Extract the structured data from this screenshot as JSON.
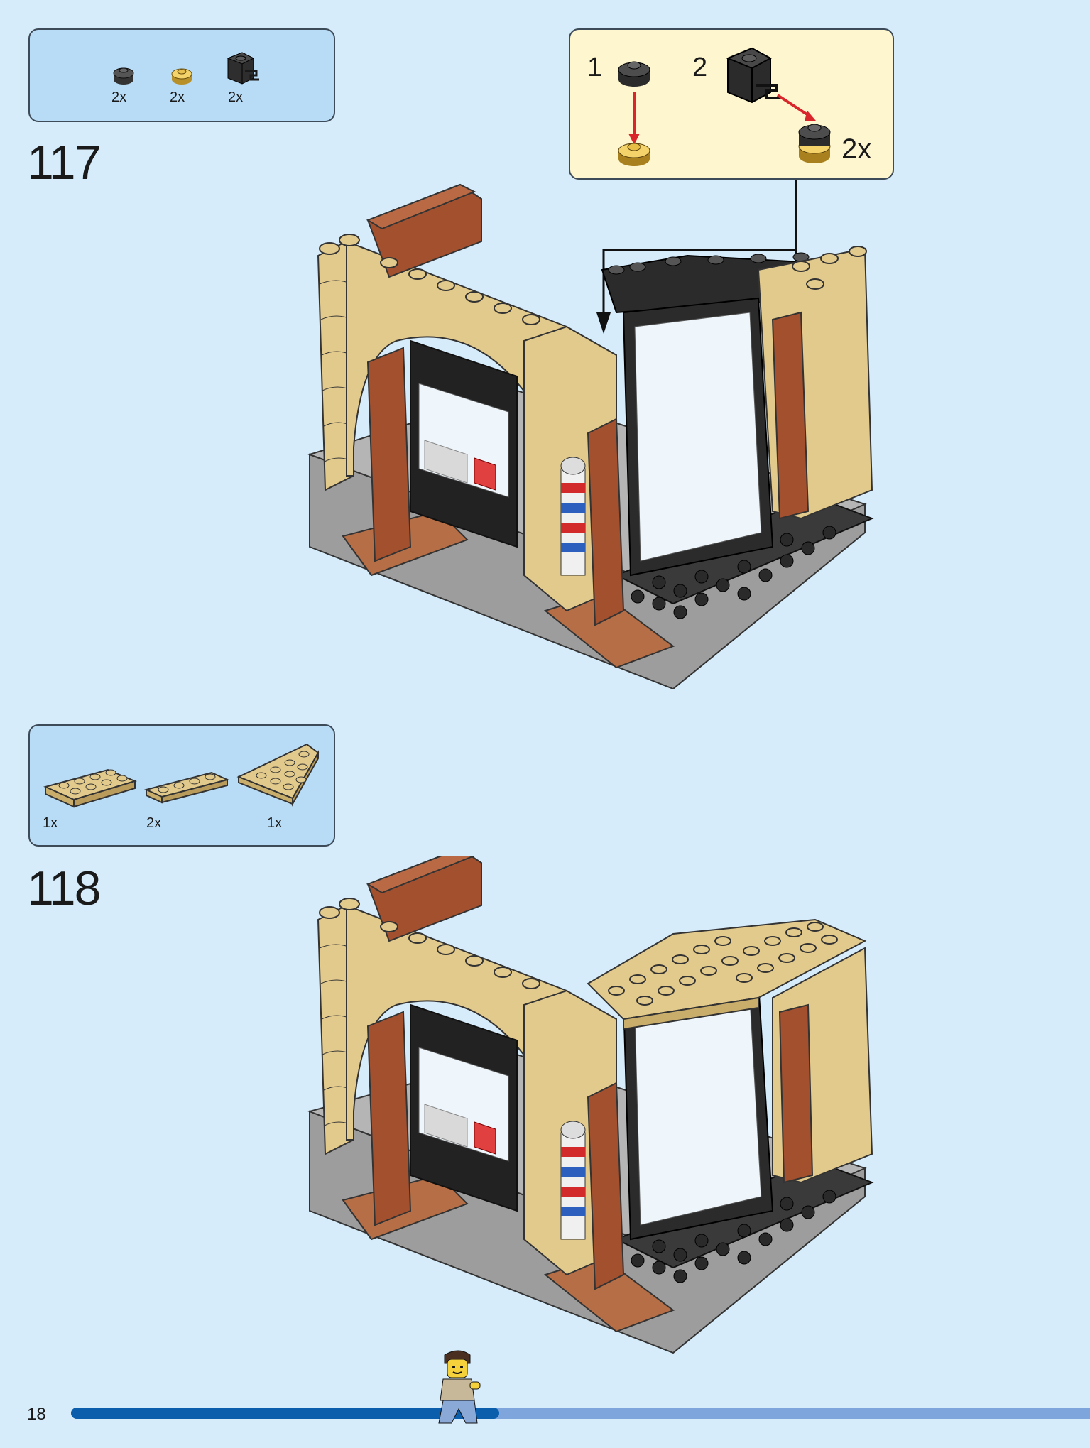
{
  "page": {
    "number": "18",
    "progress_fraction": 0.42
  },
  "steps": [
    {
      "number": "117",
      "parts": [
        {
          "icon": "round-plate-black-icon",
          "qty": "2x"
        },
        {
          "icon": "round-plate-gold-icon",
          "qty": "2x"
        },
        {
          "icon": "clip-brick-black-icon",
          "qty": "2x"
        }
      ],
      "callout": {
        "sub_steps": [
          "1",
          "2"
        ],
        "multiplier": "2x"
      }
    },
    {
      "number": "118",
      "parts": [
        {
          "icon": "tan-plate-2x4-icon",
          "qty": "1x"
        },
        {
          "icon": "tan-plate-1x4-icon",
          "qty": "2x"
        },
        {
          "icon": "tan-wedge-plate-icon",
          "qty": "1x"
        }
      ]
    }
  ],
  "colors": {
    "background": "#d6ecfb",
    "parts_box": "#b9dcf6",
    "callout_box": "#fdf6cf",
    "tan": "#e1c98c",
    "reddish_brown": "#a85a38",
    "black_brick": "#2b2b2b",
    "dark_gray": "#a3a3a3",
    "progress_fill": "#0b5eac",
    "progress_track": "#7fa6dc"
  }
}
